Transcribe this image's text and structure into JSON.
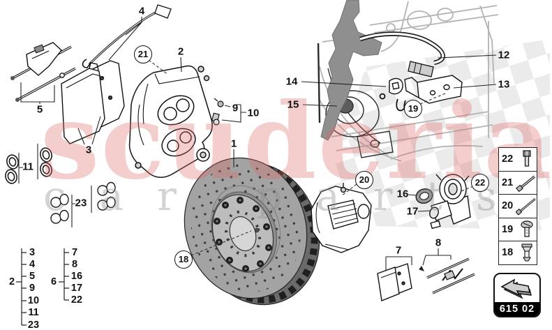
{
  "watermark": {
    "brand": "scuderia",
    "tagline": "car parts",
    "brand_color": "#e06666",
    "tagline_color": "#8d8d8d"
  },
  "diagram": {
    "description": "brake components parts diagram",
    "page_code": "615 02"
  },
  "callouts": [
    {
      "label": "4",
      "circled": false
    },
    {
      "label": "21",
      "circled": true
    },
    {
      "label": "2",
      "circled": false
    },
    {
      "label": "5",
      "circled": false
    },
    {
      "label": "3",
      "circled": false
    },
    {
      "label": "9",
      "circled": false
    },
    {
      "label": "10",
      "circled": false
    },
    {
      "label": "11",
      "circled": false
    },
    {
      "label": "23",
      "circled": false
    },
    {
      "label": "1",
      "circled": false
    },
    {
      "label": "18",
      "circled": true
    },
    {
      "label": "14",
      "circled": false
    },
    {
      "label": "15",
      "circled": false
    },
    {
      "label": "12",
      "circled": false
    },
    {
      "label": "13",
      "circled": false
    },
    {
      "label": "19",
      "circled": true
    },
    {
      "label": "20",
      "circled": true
    },
    {
      "label": "16",
      "circled": false
    },
    {
      "label": "17",
      "circled": false
    },
    {
      "label": "22",
      "circled": true
    },
    {
      "label": "7",
      "circled": false
    },
    {
      "label": "8",
      "circled": false
    }
  ],
  "legend": {
    "groups": [
      {
        "label": "2",
        "items": [
          "3",
          "4",
          "5",
          "9",
          "10",
          "11",
          "23"
        ]
      },
      {
        "label": "6",
        "items": [
          "7",
          "8",
          "16",
          "17",
          "22"
        ]
      }
    ]
  },
  "sidebar": {
    "rows": [
      {
        "number": "22",
        "icon": "socket-head-bolt-icon"
      },
      {
        "number": "21",
        "icon": "long-hex-bolt-icon"
      },
      {
        "number": "20",
        "icon": "long-hex-bolt-icon"
      },
      {
        "number": "19",
        "icon": "pan-head-screw-icon"
      },
      {
        "number": "18",
        "icon": "flanged-screw-icon"
      }
    ]
  },
  "badge": {
    "code": "615 02"
  }
}
